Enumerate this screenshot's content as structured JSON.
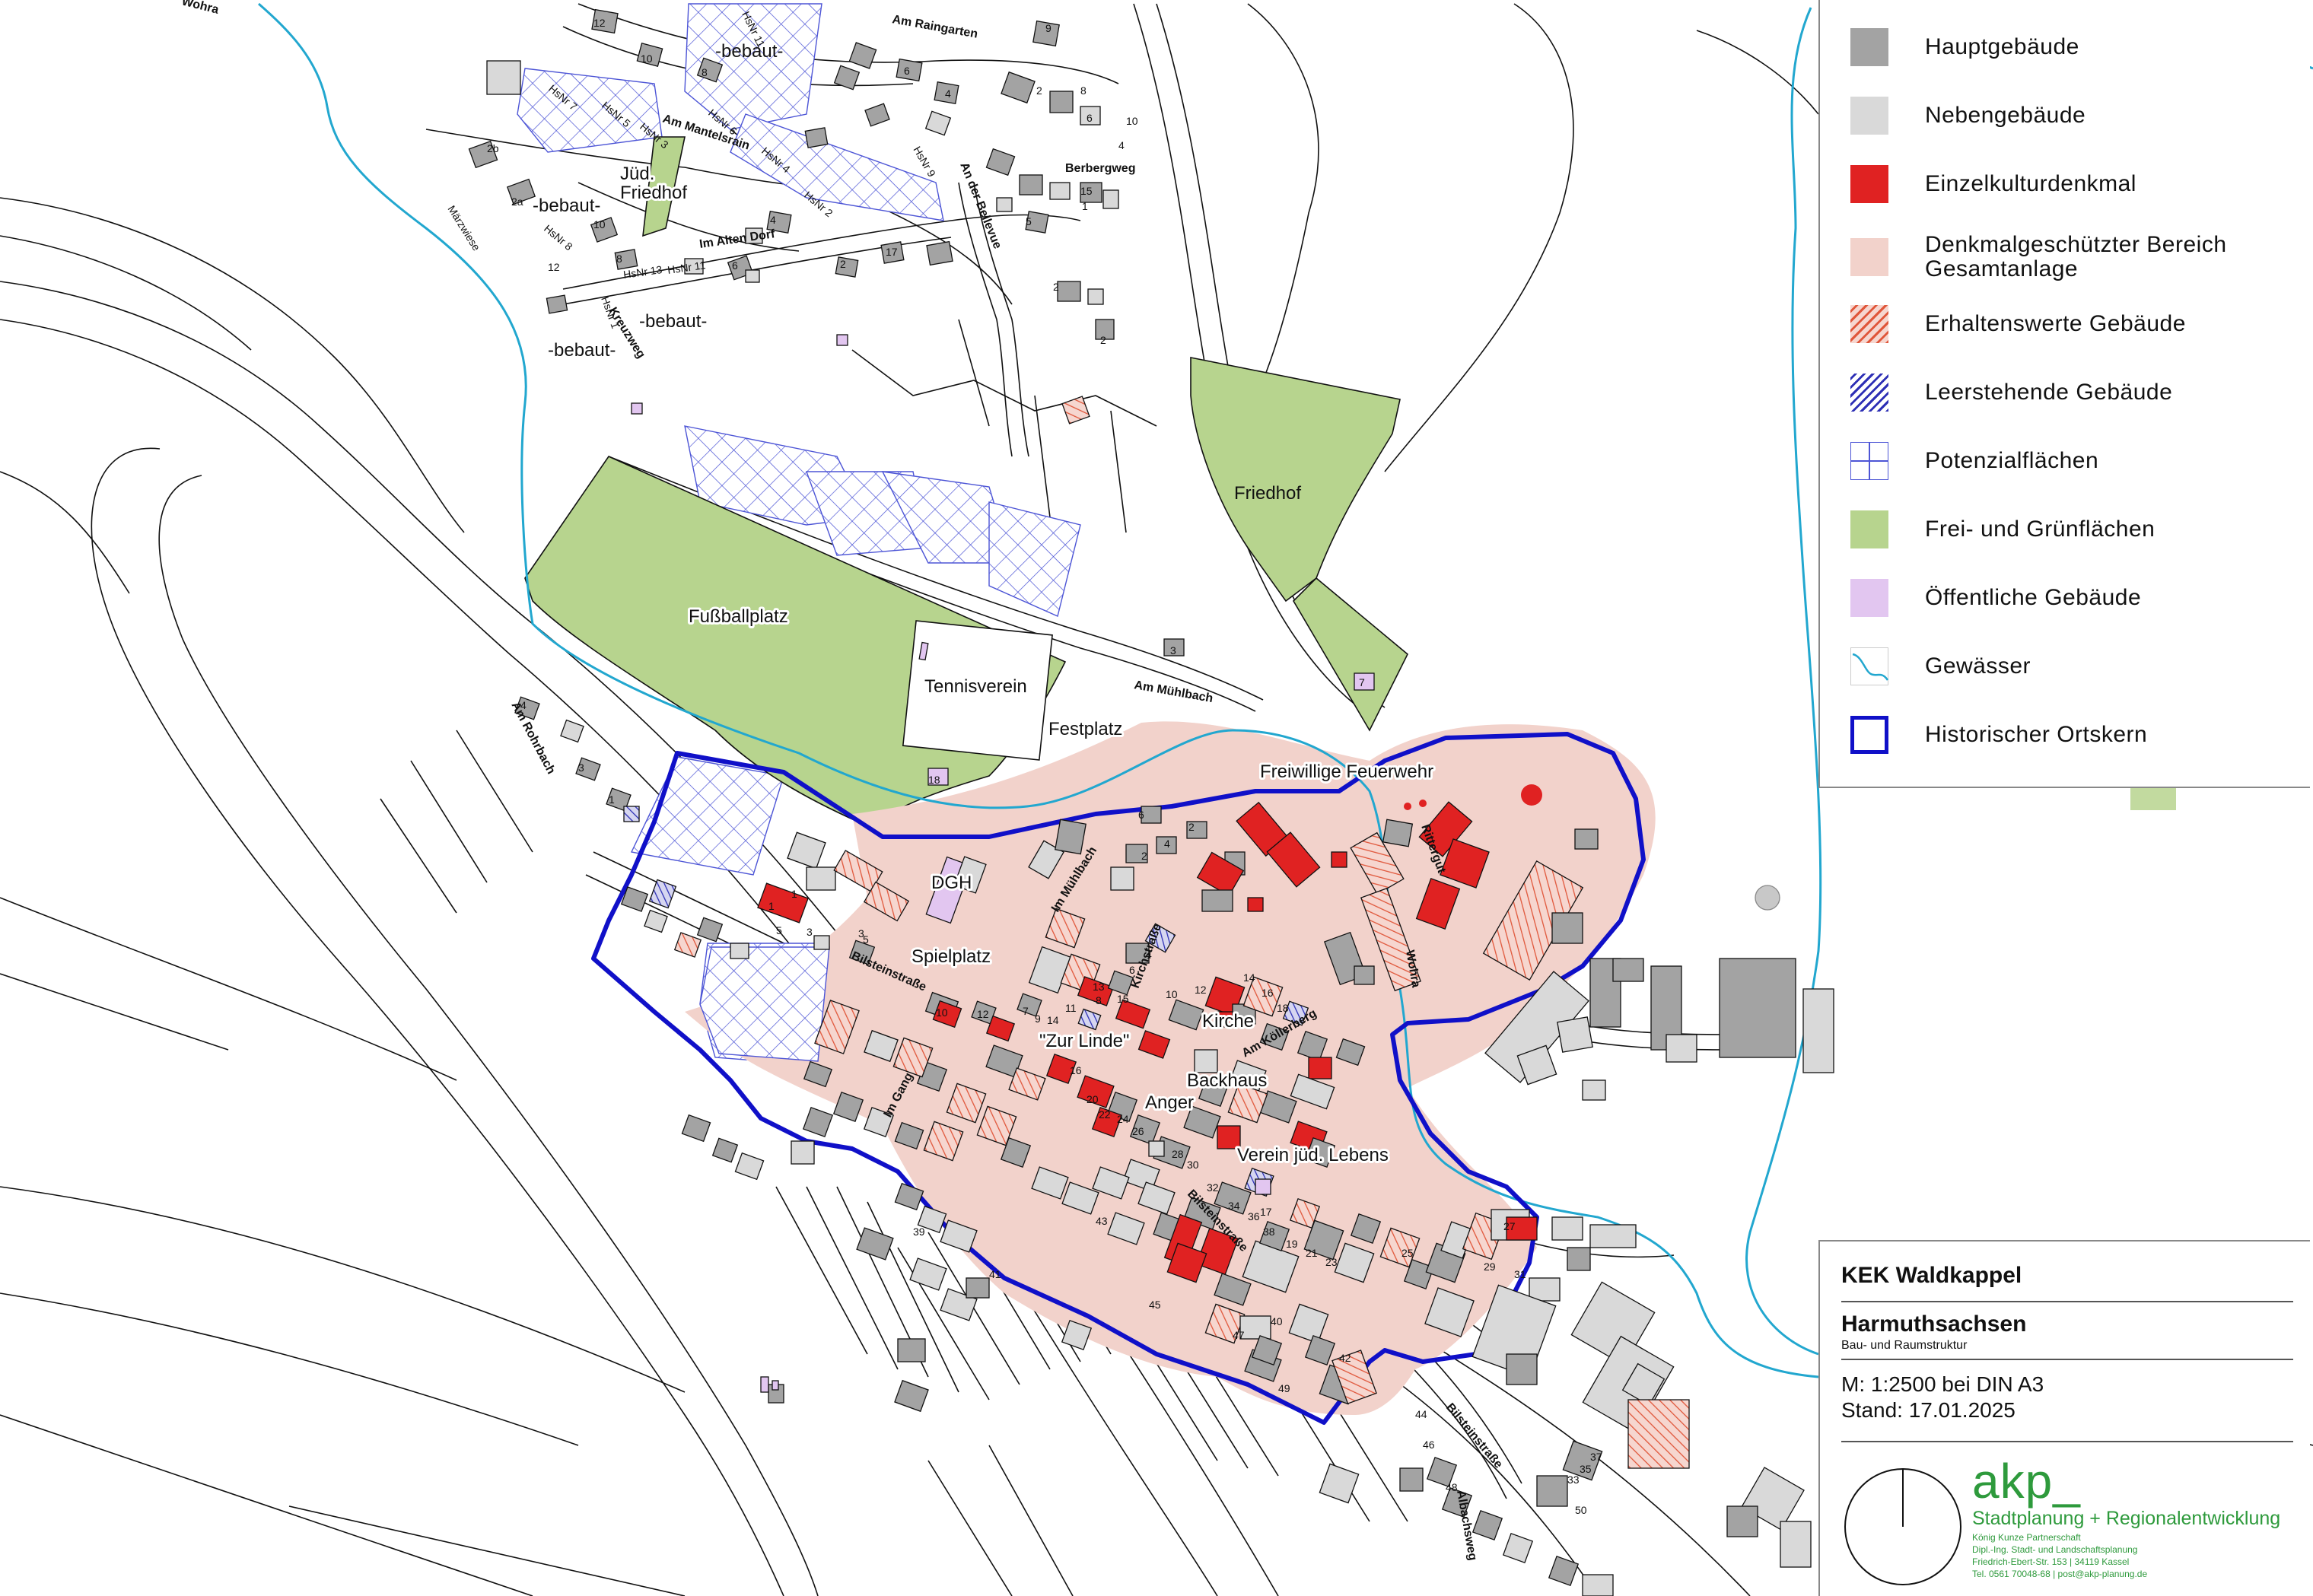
{
  "legend": {
    "items": [
      {
        "label": "Hauptgebäude",
        "swatch": "solid",
        "color": "#a3a3a3"
      },
      {
        "label": "Nebengebäude",
        "swatch": "solid",
        "color": "#d9d9d9"
      },
      {
        "label": "Einzelkulturdenkmal",
        "swatch": "solid",
        "color": "#e02222"
      },
      {
        "label": "Denkmalgeschützter Bereich\nGesamtanlage",
        "swatch": "solid",
        "color": "#f2d2cb"
      },
      {
        "label": "Erhaltenswerte Gebäude",
        "swatch": "hatch-red",
        "color": "#e0563a"
      },
      {
        "label": "Leerstehende Gebäude",
        "swatch": "hatch-blue",
        "color": "#2d2fb5"
      },
      {
        "label": "Potenzialflächen",
        "swatch": "grid-blue",
        "color": "#4d55d6"
      },
      {
        "label": "Frei- und Grünflächen",
        "swatch": "solid",
        "color": "#b7d48e"
      },
      {
        "label": "Öffentliche Gebäude",
        "swatch": "solid",
        "color": "#e2c6f0"
      },
      {
        "label": "Gewässer",
        "swatch": "line",
        "color": "#22a7cf"
      },
      {
        "label": "Historischer Ortskern",
        "swatch": "outline",
        "color": "#1010c8"
      }
    ]
  },
  "titleblock": {
    "project": "KEK Waldkappel",
    "place": "Harmuthsachsen",
    "subtitle": "Bau- und Raumstruktur",
    "scale": "M: 1:2500 bei DIN A3",
    "date": "Stand: 17.01.2025",
    "firm": "akp_",
    "firm_tagline": "Stadtplanung + Regionalentwicklung",
    "firm_partner": "König Kunze Partnerschaft",
    "firm_people": "Dipl.-Ing. Stadt- und Landschaftsplanung",
    "firm_address": "Friedrich-Ebert-Str. 153 | 34119 Kassel",
    "firm_contact": "Tel. 0561 70048-68 | post@akp-planung.de"
  },
  "map": {
    "colors": {
      "main": "#a3a3a3",
      "side": "#d9d9d9",
      "monument": "#e02222",
      "heritage": "#f2d2cb",
      "green": "#b7d48e",
      "public": "#e2c6f0",
      "water": "#22a7cf",
      "core": "#1010c8",
      "potential": "#4d55d6"
    },
    "places": {
      "fussballplatz": "Fußballplatz",
      "tennisverein": "Tennisverein",
      "festplatz": "Festplatz",
      "friedhof": "Friedhof",
      "jued_friedhof": "Jüd.\nFriedhof",
      "jued_friedhof_right": "Jüd.\nFriedhof",
      "feuerwehr": "Freiwillige Feuerwehr",
      "dgh": "DGH",
      "spielplatz": "Spielplatz",
      "kirche": "Kirche",
      "zur_linde": "\"Zur Linde\"",
      "backhaus": "Backhaus",
      "anger": "Anger",
      "verein": "Verein jüd. Lebens",
      "rittergut": "Rittergut"
    },
    "streets": {
      "am_raingarten": "Am Raingarten",
      "am_mantelsrain": "Am Mantelsrain",
      "an_der_bellevue": "An der Bellevue",
      "berbergweg": "Berbergweg",
      "im_alten_dorf": "Im Alten Dorf",
      "am_muehlbach": "Am Mühlbach",
      "am_rohrbach": "Am Rohrbach",
      "bilsteinstrasse": "Bilsteinstraße",
      "bilsteinstrasse_2": "Bilsteinstraße",
      "bilsteinstrasse_3": "Bilsteinstraße",
      "im_muehlbach": "Im Mühlbach",
      "kirchstrasse": "Kirchstraße",
      "am_koellerberg": "Am Köllerberg",
      "albachsweg": "Albachsweg",
      "im_gang": "Im Gang",
      "wohra": "Wohra",
      "wohra_top": "Wohra",
      "kreuzweg": "Kreuzweg",
      "marz_wiese": "Märzwiese"
    },
    "hsnr": [
      "HsNr 11",
      "HsNr 7",
      "HsNr 5",
      "HsNr 3",
      "HsNr 6",
      "HsNr 4",
      "HsNr 2",
      "HsNr 9",
      "HsNr 8",
      "HsNr 13",
      "HsNr 11",
      "HsNr 1"
    ],
    "bebaut": [
      "-bebaut-",
      "-bebaut-",
      "-bebaut-",
      "-bebaut-"
    ],
    "numbers_top": [
      "12",
      "10",
      "8",
      "9",
      "6",
      "4",
      "2",
      "8",
      "10",
      "6",
      "4",
      "2",
      "1",
      "2",
      "2b",
      "2a",
      "12",
      "10",
      "8",
      "6",
      "4",
      "2",
      "17",
      "15",
      "5",
      "3",
      "7",
      "4",
      "3",
      "1",
      "18"
    ],
    "numbers_core": [
      "1",
      "3",
      "5",
      "6",
      "4",
      "2",
      "7",
      "9",
      "11",
      "13",
      "15",
      "10",
      "12",
      "14",
      "16",
      "18",
      "20",
      "22",
      "24",
      "26",
      "28",
      "30",
      "32",
      "34",
      "36",
      "38",
      "40",
      "42",
      "44",
      "46",
      "48",
      "50",
      "5",
      "3",
      "1",
      "2",
      "4",
      "6",
      "8",
      "10",
      "12",
      "14",
      "16",
      "17",
      "19",
      "21",
      "23",
      "25",
      "27",
      "29",
      "31",
      "33",
      "35",
      "37",
      "39",
      "41",
      "43",
      "45",
      "47",
      "49"
    ]
  }
}
